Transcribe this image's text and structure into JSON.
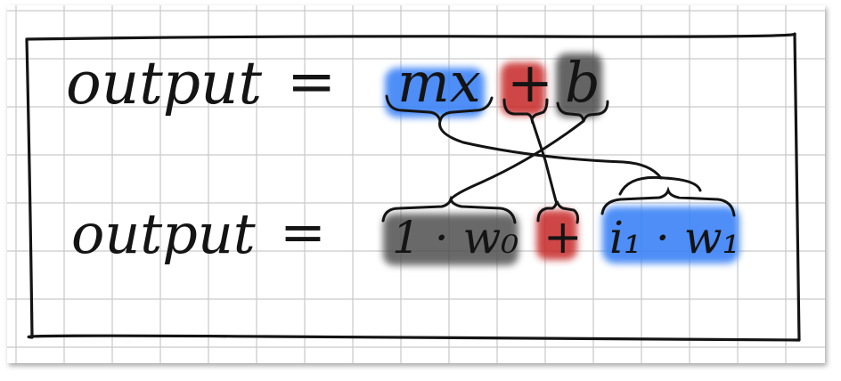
{
  "line1": {
    "lhs": "output",
    "eq": "=",
    "terms": [
      {
        "text": "mx",
        "highlight": "#3b82f6"
      },
      {
        "text": "+",
        "highlight": "#c62828"
      },
      {
        "text": "b",
        "highlight": "#4a4a4a"
      }
    ]
  },
  "line2": {
    "lhs": "output",
    "eq": "=",
    "terms": [
      {
        "text": "1 · w₀",
        "highlight": "#4a4a4a"
      },
      {
        "text": "+",
        "highlight": "#c62828"
      },
      {
        "text": "i₁ · w₁",
        "highlight": "#3b82f6"
      }
    ]
  },
  "colors": {
    "paper": "#ffffff",
    "grid": "#c9c9c9",
    "ink": "#141414"
  }
}
